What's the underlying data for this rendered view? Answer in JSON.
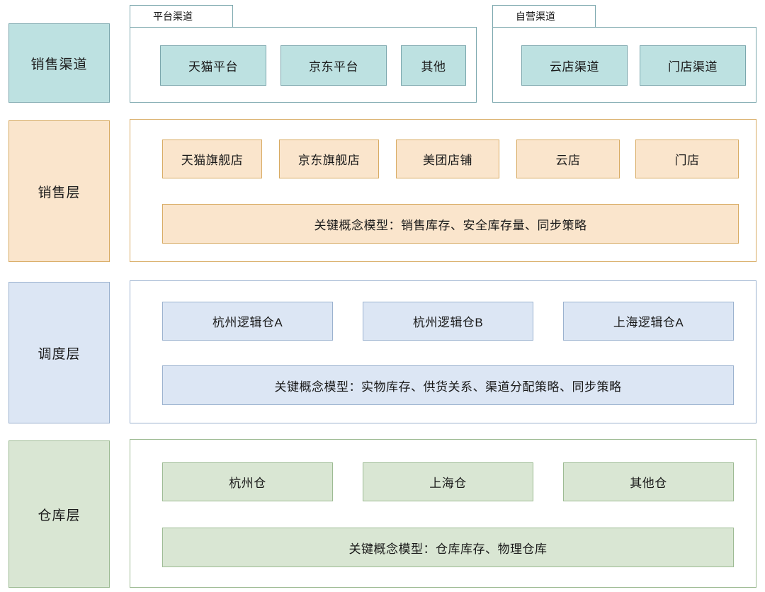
{
  "layers": [
    {
      "id": "sales-channel",
      "label": "销售渠道",
      "theme": "teal",
      "groups": [
        {
          "id": "platform-channel",
          "tab_label": "平台渠道",
          "nodes": [
            "天猫平台",
            "京东平台",
            "其他"
          ]
        },
        {
          "id": "self-operated-channel",
          "tab_label": "自营渠道",
          "nodes": [
            "云店渠道",
            "门店渠道"
          ]
        }
      ]
    },
    {
      "id": "sales-layer",
      "label": "销售层",
      "theme": "orange",
      "nodes": [
        "天猫旗舰店",
        "京东旗舰店",
        "美团店铺",
        "云店",
        "门店"
      ],
      "concept_model": "关键概念模型：销售库存、安全库存量、同步策略"
    },
    {
      "id": "dispatch-layer",
      "label": "调度层",
      "theme": "blue",
      "nodes": [
        "杭州逻辑仓A",
        "杭州逻辑仓B",
        "上海逻辑仓A"
      ],
      "concept_model": "关键概念模型：实物库存、供货关系、渠道分配策略、同步策略"
    },
    {
      "id": "warehouse-layer",
      "label": "仓库层",
      "theme": "green",
      "nodes": [
        "杭州仓",
        "上海仓",
        "其他仓"
      ],
      "concept_model": "关键概念模型：仓库库存、物理仓库"
    }
  ],
  "colors": {
    "teal_fill": "#bde1e1",
    "teal_border": "#7ba7ad",
    "orange_fill": "#fae5cc",
    "orange_border": "#d8ab63",
    "blue_fill": "#dce6f4",
    "blue_border": "#9bb2cf",
    "green_fill": "#d9e6d3",
    "green_border": "#9dbb93",
    "background": "#ffffff"
  }
}
